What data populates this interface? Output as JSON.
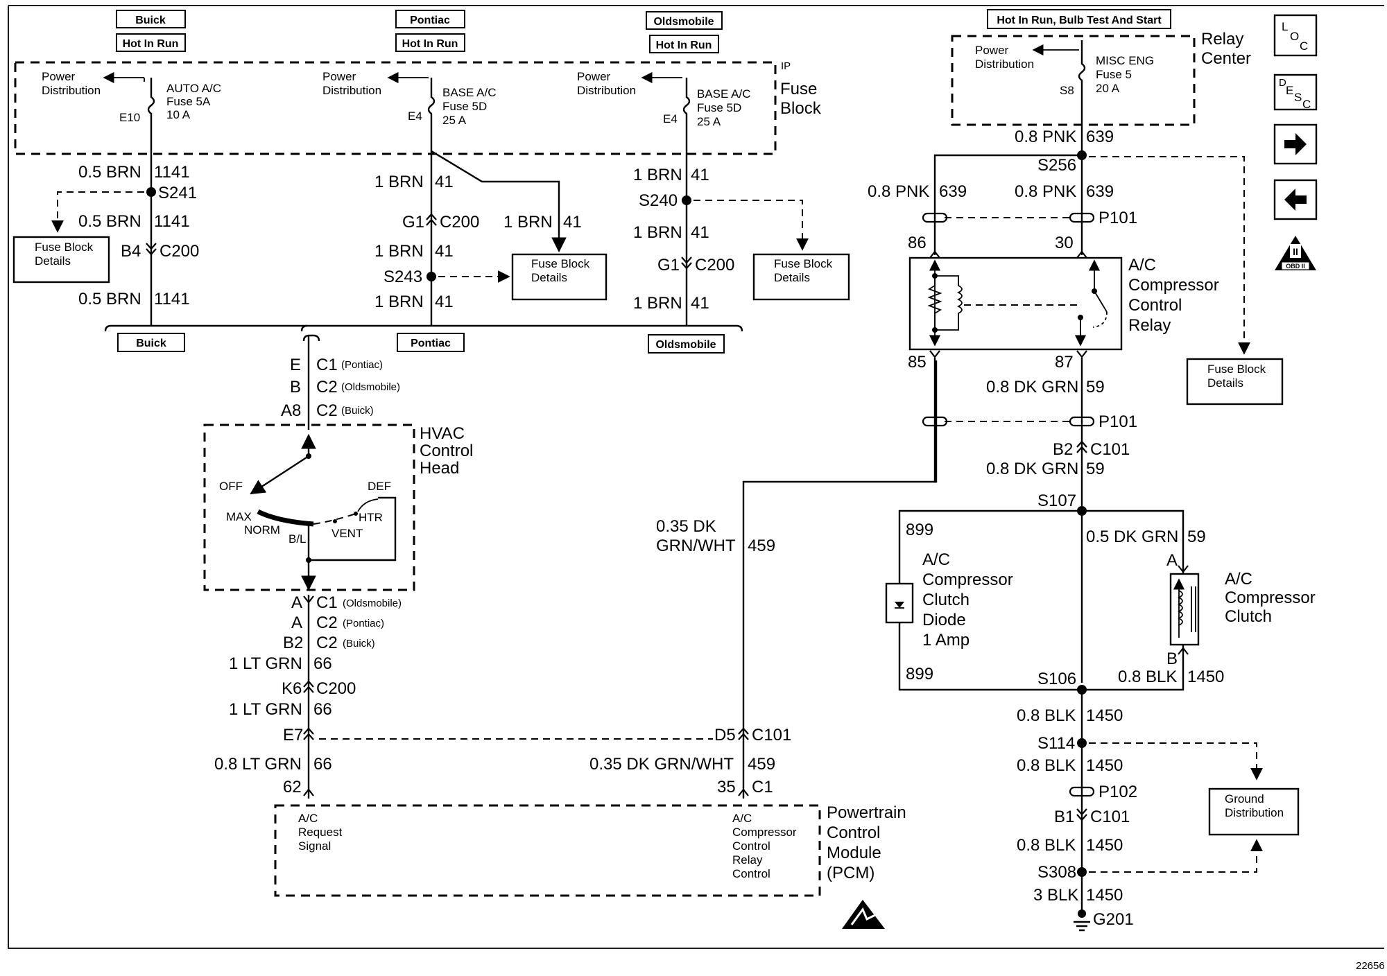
{
  "headers": {
    "buick": "Buick",
    "pontiac": "Pontiac",
    "oldsmobile": "Oldsmobile",
    "hot_in_run": "Hot In Run",
    "hot_in_run_bulb": "Hot In Run, Bulb Test And Start"
  },
  "fuse_block": {
    "label_line1": "Fuse",
    "label_line2": "Block",
    "ib_tag": "IP",
    "power_line1": "Power",
    "power_line2": "Distribution",
    "buick_fuse": [
      "AUTO A/C",
      "Fuse 5A",
      "10 A"
    ],
    "buick_term": "E10",
    "pontiac_fuse": [
      "BASE A/C",
      "Fuse 5D",
      "25 A"
    ],
    "pontiac_term": "E4",
    "olds_fuse": [
      "BASE A/C",
      "Fuse 5D",
      "25 A"
    ],
    "olds_term": "E4",
    "details_line1": "Fuse Block",
    "details_line2": "Details"
  },
  "relay_center": {
    "label_line1": "Relay",
    "label_line2": "Center",
    "fuse": [
      "MISC ENG",
      "Fuse 5",
      "20 A"
    ],
    "term": "S8"
  },
  "wires": {
    "brn_05": "0.5 BRN",
    "c1141": "1141",
    "brn_1": "1 BRN",
    "c41": "41",
    "pnk_08": "0.8 PNK",
    "c639": "639",
    "dkgrn_08": "0.8 DK GRN",
    "c59": "59",
    "dkgrn_05": "0.5 DK GRN",
    "dkgrnwht_035_line1": "0.35 DK",
    "dkgrnwht_035_line2": "GRN/WHT",
    "dkgrnwht_035": "0.35 DK GRN/WHT",
    "c459": "459",
    "ltgrn_1": "1 LT GRN",
    "ltgrn_08": "0.8 LT GRN",
    "c66": "66",
    "blk_08": "0.8 BLK",
    "blk_3": "3 BLK",
    "c1450": "1450",
    "c899": "899"
  },
  "splices": {
    "s241": "S241",
    "s243": "S243",
    "s240": "S240",
    "s256": "S256",
    "s107": "S107",
    "s106": "S106",
    "s114": "S114",
    "s308": "S308",
    "p101": "P101",
    "p102": "P102",
    "g201": "G201"
  },
  "connectors": {
    "b4": "B4",
    "g1": "G1",
    "c200": "C200",
    "e": "E",
    "b": "B",
    "a8": "A8",
    "c1": "C1",
    "c2": "C2",
    "pontiac_paren": "(Pontiac)",
    "olds_paren": "(Oldsmobile)",
    "buick_paren": "(Buick)",
    "a": "A",
    "b2": "B2",
    "k6": "K6",
    "e7": "E7",
    "n62": "62",
    "d5": "D5",
    "c101": "C101",
    "n35": "35",
    "b1": "B1",
    "p86": "86",
    "p30": "30",
    "p85": "85",
    "p87": "87"
  },
  "hvac": {
    "label": [
      "HVAC",
      "Control",
      "Head"
    ],
    "off": "OFF",
    "max": "MAX",
    "norm": "NORM",
    "bl": "B/L",
    "vent": "VENT",
    "htr": "HTR",
    "def": "DEF"
  },
  "relay": {
    "label": [
      "A/C",
      "Compressor",
      "Control",
      "Relay"
    ]
  },
  "diode": {
    "label": [
      "A/C",
      "Compressor",
      "Clutch",
      "Diode",
      "1 Amp"
    ]
  },
  "clutch": {
    "label": [
      "A/C",
      "Compressor",
      "Clutch"
    ]
  },
  "pcm": {
    "label": [
      "Powertrain",
      "Control",
      "Module",
      "(PCM)"
    ],
    "request": [
      "A/C",
      "Request",
      "Signal"
    ],
    "relay_ctrl": [
      "A/C",
      "Compressor",
      "Control",
      "Relay",
      "Control"
    ]
  },
  "ground": {
    "line1": "Ground",
    "line2": "Distribution"
  },
  "icons": {
    "loc_l": "L",
    "loc_o": "O",
    "loc_c": "C",
    "desc_d": "D",
    "desc_e": "E",
    "desc_s": "S",
    "desc_c": "C",
    "obd_top": "II",
    "obd": "OBD II"
  },
  "footer": {
    "figure_id": "22656"
  }
}
